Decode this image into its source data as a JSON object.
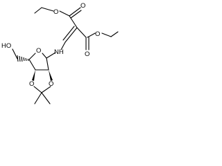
{
  "molecule": {
    "atoms": [
      {
        "id": "O_carbonyl_1",
        "label": "O"
      },
      {
        "id": "O_ester_1",
        "label": "O"
      },
      {
        "id": "O_carbonyl_2",
        "label": "O"
      },
      {
        "id": "O_ester_2",
        "label": "O"
      },
      {
        "id": "N_amine",
        "label": "NH"
      },
      {
        "id": "O_ring",
        "label": "O"
      },
      {
        "id": "O_hydroxyl",
        "label": "HO"
      },
      {
        "id": "O_dioxolane_1",
        "label": "O"
      },
      {
        "id": "O_dioxolane_2",
        "label": "O"
      }
    ]
  }
}
